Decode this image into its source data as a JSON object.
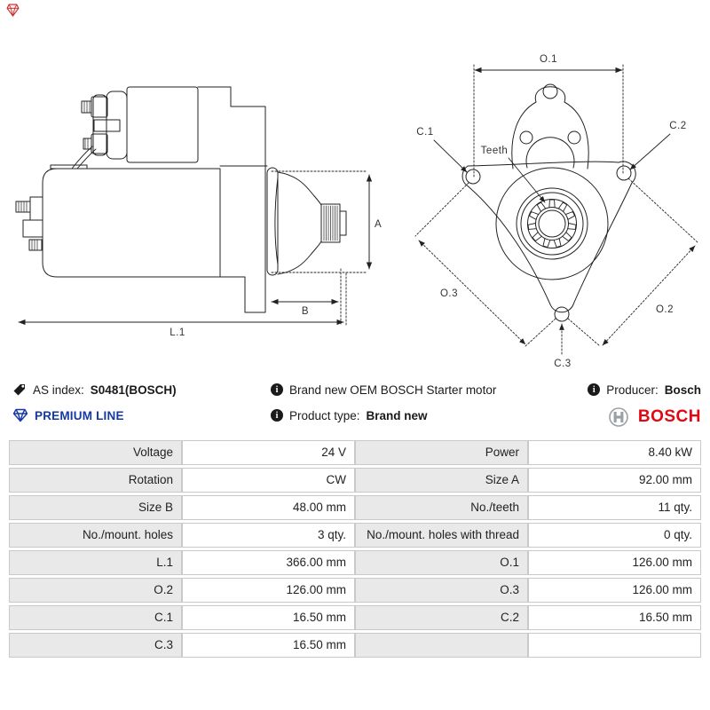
{
  "header": {
    "as_index_label": "AS index:",
    "as_index_value": "S0481(BOSCH)",
    "premium_line": "PREMIUM LINE",
    "description": "Brand new OEM BOSCH Starter motor",
    "product_type_label": "Product type:",
    "product_type_value": "Brand new",
    "producer_label": "Producer:",
    "producer_value": "Bosch",
    "brand_logo_text": "BOSCH"
  },
  "drawing_labels": {
    "a": "A",
    "b": "B",
    "l1": "L.1",
    "o1": "O.1",
    "o2": "O.2",
    "o3": "O.3",
    "c1": "C.1",
    "c2": "C.2",
    "c3": "C.3",
    "teeth": "Teeth"
  },
  "specs": {
    "rows": [
      {
        "label_left": "Voltage",
        "value_left": "24 V",
        "label_right": "Power",
        "value_right": "8.40 kW"
      },
      {
        "label_left": "Rotation",
        "value_left": "CW",
        "label_right": "Size A",
        "value_right": "92.00 mm"
      },
      {
        "label_left": "Size B",
        "value_left": "48.00 mm",
        "label_right": "No./teeth",
        "value_right": "11 qty."
      },
      {
        "label_left": "No./mount. holes",
        "value_left": "3 qty.",
        "label_right": "No./mount. holes with thread",
        "value_right": "0 qty."
      },
      {
        "label_left": "L.1",
        "value_left": "366.00 mm",
        "label_right": "O.1",
        "value_right": "126.00 mm"
      },
      {
        "label_left": "O.2",
        "value_left": "126.00 mm",
        "label_right": "O.3",
        "value_right": "126.00 mm"
      },
      {
        "label_left": "C.1",
        "value_left": "16.50 mm",
        "label_right": "C.2",
        "value_right": "16.50 mm"
      },
      {
        "label_left": "C.3",
        "value_left": "16.50 mm",
        "label_right": "",
        "value_right": ""
      }
    ]
  },
  "colors": {
    "premium_blue": "#1638a6",
    "bosch_red": "#e30613",
    "drawing_line": "#222222",
    "table_label_bg": "#e9e9e9",
    "table_border": "#c9c9c9"
  }
}
